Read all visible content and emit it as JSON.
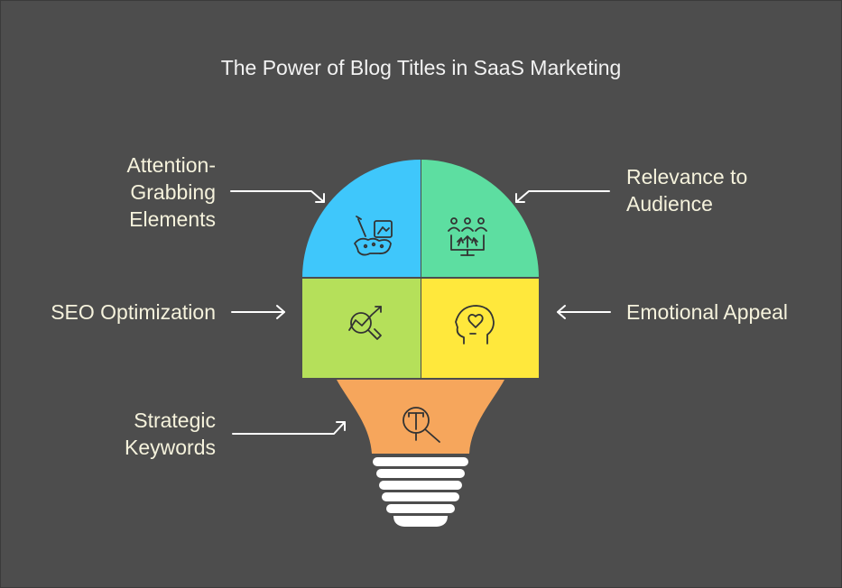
{
  "title": "The Power of Blog Titles in SaaS Marketing",
  "colors": {
    "background": "#4d4d4d",
    "label_text": "#f5f2dc",
    "attention": "#3fc7fb",
    "relevance": "#5ddea1",
    "seo": "#b5e05a",
    "emotional": "#ffe83c",
    "keywords": "#f6a65c",
    "base": "#ffffff"
  },
  "segments": {
    "attention": {
      "label_line1": "Attention-",
      "label_line2": "Grabbing",
      "label_line3": "Elements",
      "icon": "creative-tools-icon"
    },
    "relevance": {
      "label_line1": "Relevance to",
      "label_line2": "Audience",
      "icon": "audience-icon"
    },
    "seo": {
      "label": "SEO Optimization",
      "icon": "seo-search-icon"
    },
    "emotional": {
      "label": "Emotional Appeal",
      "icon": "emotion-head-icon"
    },
    "keywords": {
      "label_line1": "Strategic",
      "label_line2": "Keywords",
      "icon": "keyword-search-icon"
    }
  }
}
